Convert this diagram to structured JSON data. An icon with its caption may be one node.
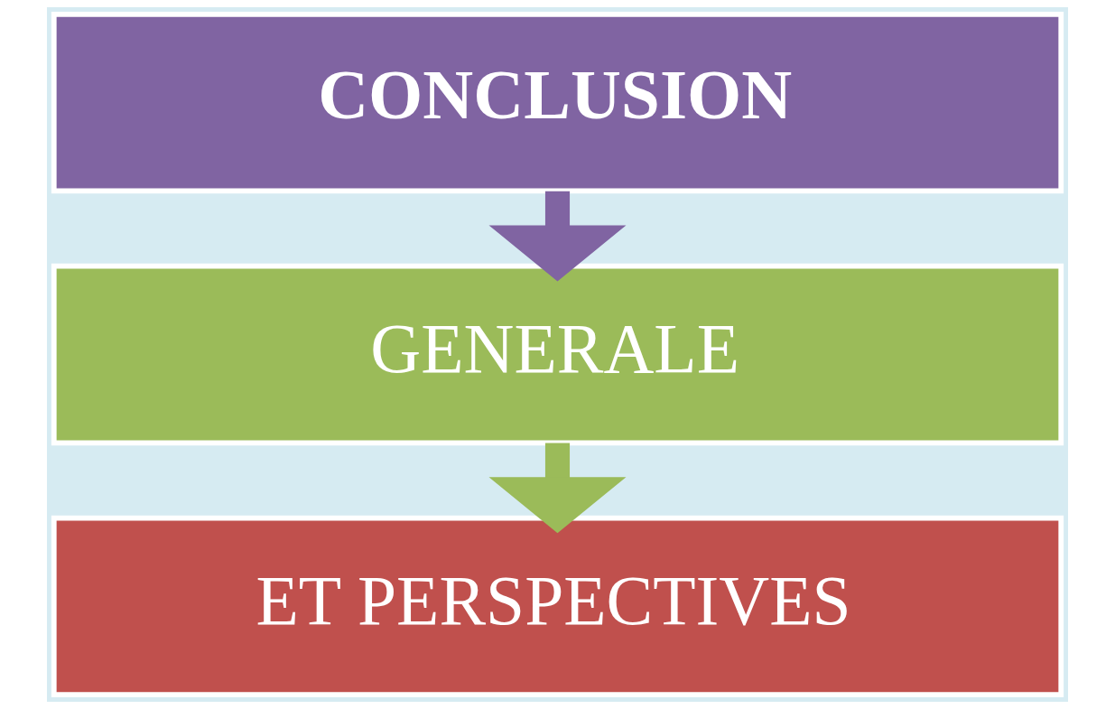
{
  "diagram": {
    "nodes": [
      {
        "text": [
          "CONCLUSION"
        ]
      },
      {
        "text": [
          "GENERALE"
        ]
      },
      {
        "text": [
          "ET PERSPECTIVES"
        ]
      }
    ],
    "edges": [
      {
        "from": 0,
        "to": 1,
        "arrow": "to",
        "color": "#8064a2"
      },
      {
        "from": 1,
        "to": 2,
        "arrow": "to",
        "color": "#9bbb59"
      }
    ]
  }
}
